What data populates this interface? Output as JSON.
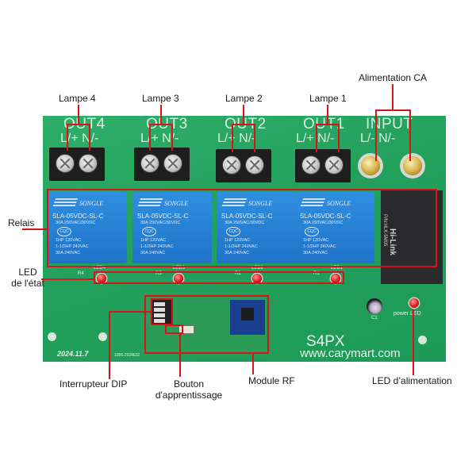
{
  "callouts": {
    "lampe4": "Lampe 4",
    "lampe3": "Lampe 3",
    "lampe2": "Lampe 2",
    "lampe1": "Lampe 1",
    "alimentation_ca": "Alimentation CA",
    "relais": "Relais",
    "led_etat_line1": "LED",
    "led_etat_line2": "de l'état",
    "interrupteur_dip": "Interrupteur DIP",
    "bouton_line1": "Bouton",
    "bouton_line2": "d'apprentissage",
    "module_rf": "Module RF",
    "led_alimentation": "LED d’alimentation"
  },
  "board": {
    "outputs": [
      {
        "name": "OUT4",
        "terms": "L/+ N/-"
      },
      {
        "name": "OUT3",
        "terms": "L/+ N/-"
      },
      {
        "name": "OUT2",
        "terms": "L/+ N/-"
      },
      {
        "name": "OUT1",
        "terms": "L/+ N/-"
      }
    ],
    "input": {
      "name": "INPUT",
      "terms": "L/- N/-"
    },
    "relay": {
      "brand": "SONGLE",
      "model": "SLA-05VDC-SL-C",
      "spec1": "30A 250VAC/30VDC",
      "cqc": "CQC",
      "spec2": "1HP 120VAC",
      "spec3": "1-1/2HP 240VAC",
      "spec4": "30A 240VAC"
    },
    "power_module_brand": "Hi-Link",
    "power_module_pn": "P/N:HLK-5M05",
    "leds": [
      "LED4",
      "LED3",
      "LED2",
      "LED1"
    ],
    "resistors": [
      "R4",
      "R3",
      "R2",
      "R1"
    ],
    "cap_label": "C1",
    "power_led_label": "power LED",
    "model": "S4PX",
    "website": "www.carymart.com",
    "date": "2024.11.7",
    "serial": "1056-2024632"
  },
  "colors": {
    "callout_red": "#d8141b",
    "pcb_green": "#22a05c",
    "relay_blue": "#1f73c8"
  }
}
